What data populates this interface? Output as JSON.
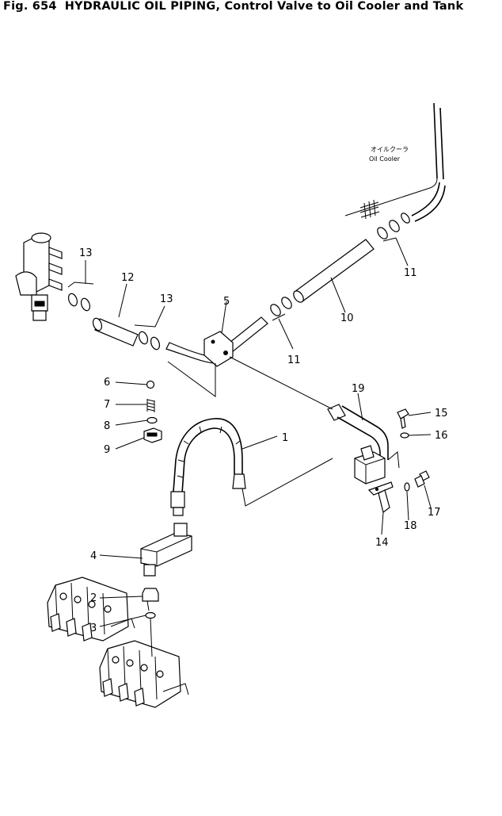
{
  "header": {
    "fig_label": "Fig. 654",
    "title": "HYDRAULIC OIL PIPING, Control Valve to Oil Cooler and Tank"
  },
  "cooler": {
    "label_jp": "オイルクーラ",
    "label_en": "Oil Cooler"
  },
  "callouts": [
    "1",
    "2",
    "3",
    "4",
    "5",
    "6",
    "7",
    "8",
    "9",
    "10",
    "11",
    "11",
    "12",
    "13",
    "13",
    "14",
    "15",
    "16",
    "17",
    "18",
    "19"
  ],
  "footer": {
    "code": ""
  }
}
